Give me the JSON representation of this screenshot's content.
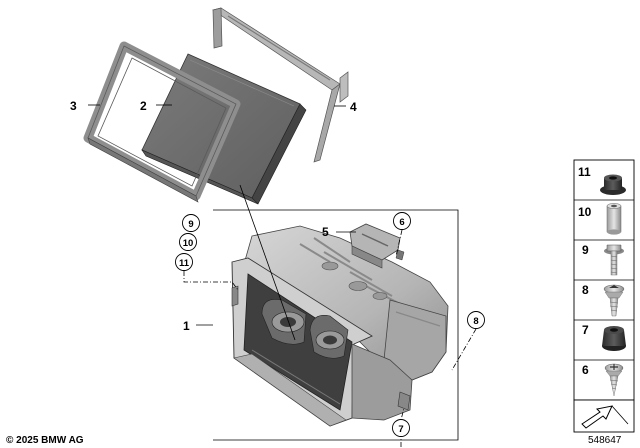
{
  "diagram": {
    "copyright": "© 2025 BMW AG",
    "diagram_number": "548647",
    "callouts": [
      {
        "id": "c1",
        "label": "1"
      },
      {
        "id": "c2",
        "label": "2"
      },
      {
        "id": "c3",
        "label": "3"
      },
      {
        "id": "c4",
        "label": "4"
      },
      {
        "id": "c5",
        "label": "5"
      },
      {
        "id": "c6",
        "label": "6"
      },
      {
        "id": "c7",
        "label": "7"
      },
      {
        "id": "c8",
        "label": "8"
      },
      {
        "id": "c9",
        "label": "9"
      },
      {
        "id": "c10",
        "label": "10"
      },
      {
        "id": "c11",
        "label": "11"
      }
    ],
    "parts_legend": [
      {
        "label": "11",
        "part": "grommet"
      },
      {
        "label": "10",
        "part": "spacer-sleeve"
      },
      {
        "label": "9",
        "part": "hex-bolt"
      },
      {
        "label": "8",
        "part": "torx-screw"
      },
      {
        "label": "7",
        "part": "rubber-mount"
      },
      {
        "label": "6",
        "part": "self-tapping-screw"
      }
    ]
  }
}
